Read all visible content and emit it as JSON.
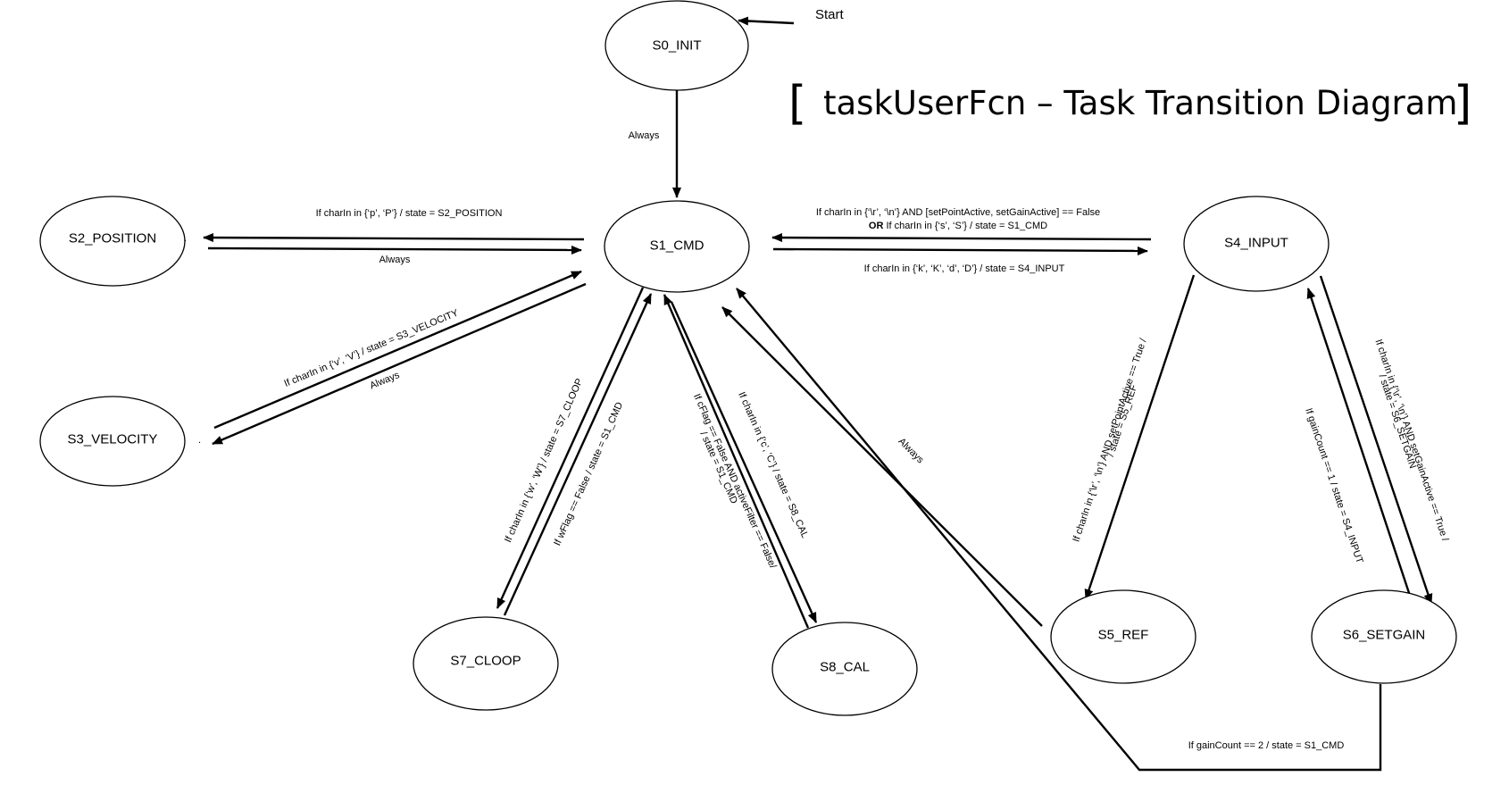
{
  "title": {
    "text": "taskUserFcn – Task Transition Diagram",
    "bracket_open": "[",
    "bracket_close": "]"
  },
  "start": {
    "label": "Start"
  },
  "states": {
    "s0": "S0_INIT",
    "s1": "S1_CMD",
    "s2": "S2_POSITION",
    "s3": "S3_VELOCITY",
    "s4": "S4_INPUT",
    "s5": "S5_REF",
    "s6": "S6_SETGAIN",
    "s7": "S7_CLOOP",
    "s8": "S8_CAL"
  },
  "transitions": {
    "s0_s1": "Always",
    "s1_s2": "If charIn in {‘p’, ‘P’} / state = S2_POSITION",
    "s2_s1": "Always",
    "s1_s3": "If charIn in {‘v’, ‘V’} / state = S3_VELOCITY",
    "s3_s1": "Always",
    "s4_s1_line1": "If charIn in {‘\\r’, ‘\\n’} AND [setPointActive, setGainActive]  == False",
    "s4_s1_line2_bold": "OR",
    "s4_s1_line2_rest": " If charIn in {‘s’, ‘S’}  / state = S1_CMD",
    "s1_s4": "If charIn in {‘k’, ‘K’, ‘d’, ‘D’} / state = S4_INPUT",
    "s1_s7": "If charIn in {‘w’, ‘W’} / state = S7_CLOOP",
    "s7_s1": "If wFlag == False / state = S1_CMD",
    "s8_s1_line1": "If cFlag == False AND activeFilter == False/",
    "s8_s1_line2": "/ state = S1_CMD",
    "s1_s8": "If charIn in {‘c’, ‘C’} / state = S8_CAL",
    "s5_s1": "Always",
    "s4_s5_line1": "If charIn in {‘\\r’, ‘\\n’} AND setPointActive == True /",
    "s4_s5_line2": "/ state = S5_REF",
    "s6_s4": "If gainCount == 1 / state = S4_INPUT",
    "s4_s6_line1": "If charIn in {‘\\r’, ‘\\n’} AND setGainActive == True /",
    "s4_s6_line2": "/ state = S6_SETGAIN",
    "s6_s1": "If gainCount == 2 / state = S1_CMD"
  },
  "stray_marks": {
    "after_s2": ".",
    "after_s3": "."
  }
}
